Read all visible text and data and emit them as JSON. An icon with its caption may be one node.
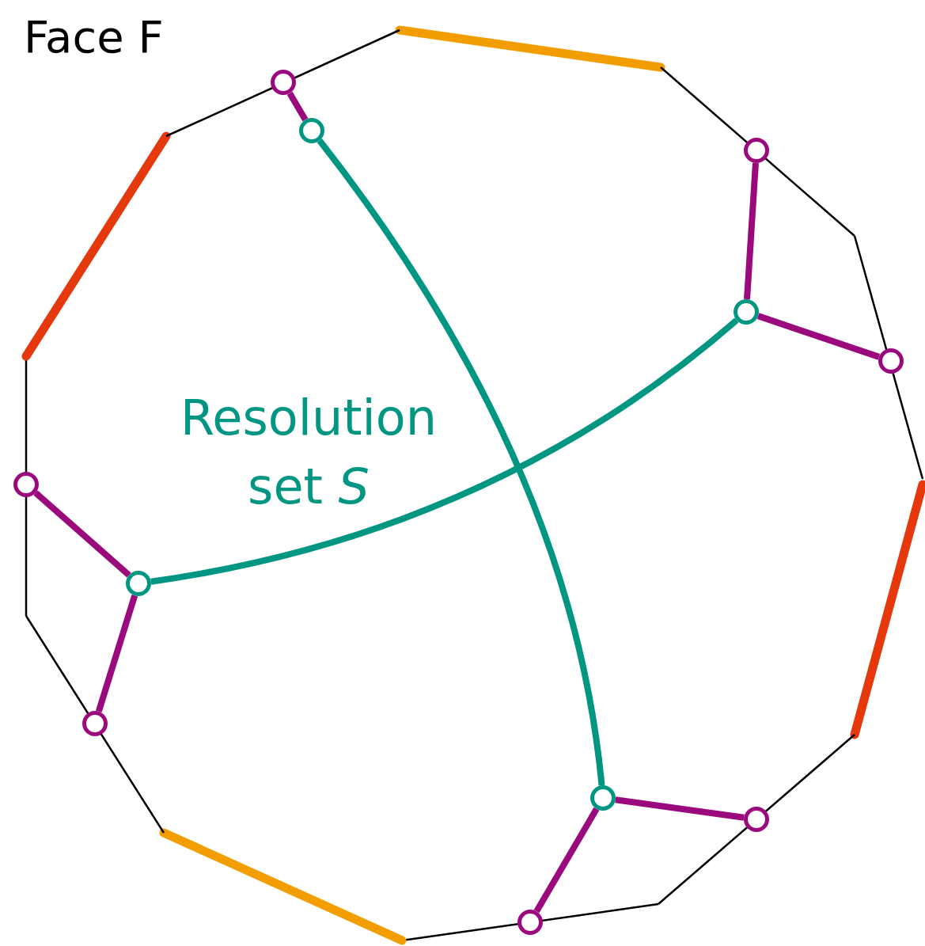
{
  "diagram": {
    "nodes": [
      {
        "text": [],
        "shape": "circle"
      },
      {
        "text": [],
        "shape": "circle"
      },
      {
        "text": [],
        "shape": "circle"
      },
      {
        "text": [],
        "shape": "circle"
      },
      {
        "text": [],
        "shape": "circle"
      },
      {
        "text": [],
        "shape": "circle"
      },
      {
        "text": [],
        "shape": "circle"
      },
      {
        "text": [],
        "shape": "circle"
      },
      {
        "text": [],
        "shape": "circle"
      },
      {
        "text": [],
        "shape": "circle"
      },
      {
        "text": [],
        "shape": "circle"
      }
    ],
    "edges": [
      {
        "from": 3,
        "to": 4,
        "arrow": "none"
      },
      {
        "from": 8,
        "to": 7,
        "arrow": "none"
      },
      {
        "from": 7,
        "to": 10,
        "arrow": "none"
      },
      {
        "from": 0,
        "to": 2,
        "arrow": "none"
      },
      {
        "from": 2,
        "to": 1,
        "arrow": "none"
      },
      {
        "from": 6,
        "to": 9,
        "arrow": "none"
      },
      {
        "from": 6,
        "to": 5,
        "arrow": "none"
      },
      {
        "from": 4,
        "to": 6,
        "arrow": "none",
        "color": "#009682"
      },
      {
        "from": 2,
        "to": 7,
        "arrow": "none",
        "color": "#009682"
      }
    ],
    "labels": [
      "Face F",
      "Resolution set *S*"
    ]
  }
}
